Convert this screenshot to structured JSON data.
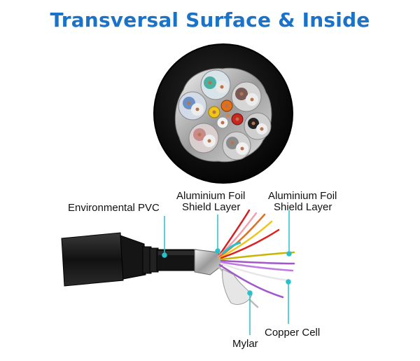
{
  "title": "Transversal Surface & Inside",
  "labels": {
    "environmental_pvc": "Environmental PVC",
    "foil_left_line1": "Aluminium Foil",
    "foil_left_line2": "Shield Layer",
    "foil_right_line1": "Aluminium Foil",
    "foil_right_line2": "Shield Layer",
    "mylar": "Mylar",
    "copper_cell": "Copper Cell"
  },
  "colors": {
    "title": "#1a73c8",
    "leader_line": "#27c1c9",
    "jacket": "#111111"
  }
}
